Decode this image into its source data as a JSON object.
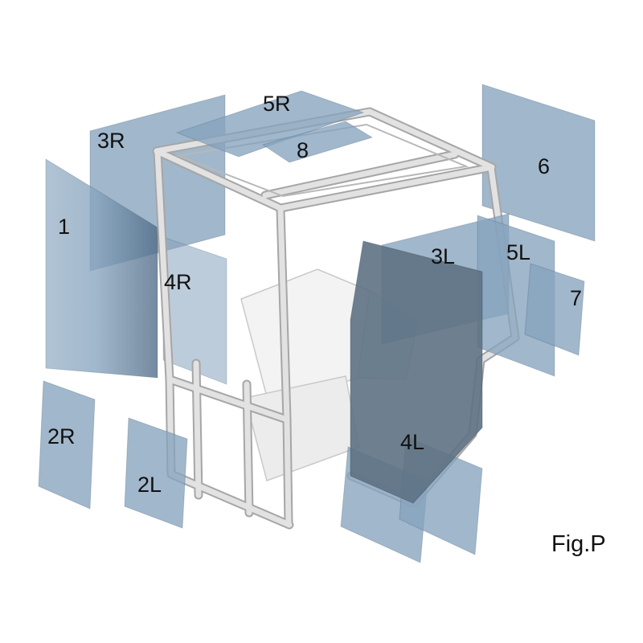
{
  "figure": {
    "caption": "Fig.P"
  },
  "colors": {
    "background": "#ffffff",
    "glass": "#87a3bd",
    "glass_dark": "#5e7284",
    "glass_light": "#9bb3c9",
    "frame_light": "#e2e2e2",
    "frame_edge": "#a6a6a6",
    "label_text": "#111111"
  },
  "labels": [
    {
      "id": "part-1",
      "text": "1"
    },
    {
      "id": "part-2R",
      "text": "2R"
    },
    {
      "id": "part-2L",
      "text": "2L"
    },
    {
      "id": "part-3R",
      "text": "3R"
    },
    {
      "id": "part-3L",
      "text": "3L"
    },
    {
      "id": "part-4R",
      "text": "4R"
    },
    {
      "id": "part-4L",
      "text": "4L"
    },
    {
      "id": "part-5R",
      "text": "5R"
    },
    {
      "id": "part-5L",
      "text": "5L"
    },
    {
      "id": "part-6",
      "text": "6"
    },
    {
      "id": "part-7",
      "text": "7"
    },
    {
      "id": "part-8",
      "text": "8"
    }
  ]
}
